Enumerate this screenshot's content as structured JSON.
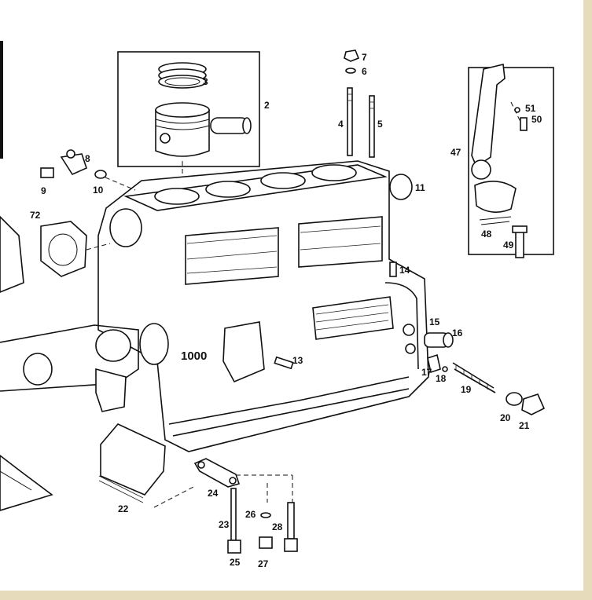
{
  "diagram": {
    "callouts": [
      {
        "id": "2",
        "label": "2"
      },
      {
        "id": "3",
        "label": "3"
      },
      {
        "id": "4",
        "label": "4"
      },
      {
        "id": "5",
        "label": "5"
      },
      {
        "id": "6",
        "label": "6"
      },
      {
        "id": "7",
        "label": "7"
      },
      {
        "id": "8",
        "label": "8"
      },
      {
        "id": "9",
        "label": "9"
      },
      {
        "id": "10",
        "label": "10"
      },
      {
        "id": "11",
        "label": "11"
      },
      {
        "id": "13",
        "label": "13"
      },
      {
        "id": "14",
        "label": "14"
      },
      {
        "id": "15",
        "label": "15"
      },
      {
        "id": "16",
        "label": "16"
      },
      {
        "id": "17",
        "label": "17"
      },
      {
        "id": "18",
        "label": "18"
      },
      {
        "id": "19",
        "label": "19"
      },
      {
        "id": "20",
        "label": "20"
      },
      {
        "id": "21",
        "label": "21"
      },
      {
        "id": "22",
        "label": "22"
      },
      {
        "id": "23",
        "label": "23"
      },
      {
        "id": "24",
        "label": "24"
      },
      {
        "id": "25",
        "label": "25"
      },
      {
        "id": "26",
        "label": "26"
      },
      {
        "id": "27",
        "label": "27"
      },
      {
        "id": "28",
        "label": "28"
      },
      {
        "id": "47",
        "label": "47"
      },
      {
        "id": "48",
        "label": "48"
      },
      {
        "id": "49",
        "label": "49"
      },
      {
        "id": "50",
        "label": "50"
      },
      {
        "id": "51",
        "label": "51"
      },
      {
        "id": "72",
        "label": "72"
      }
    ],
    "block_marking": "1000"
  }
}
